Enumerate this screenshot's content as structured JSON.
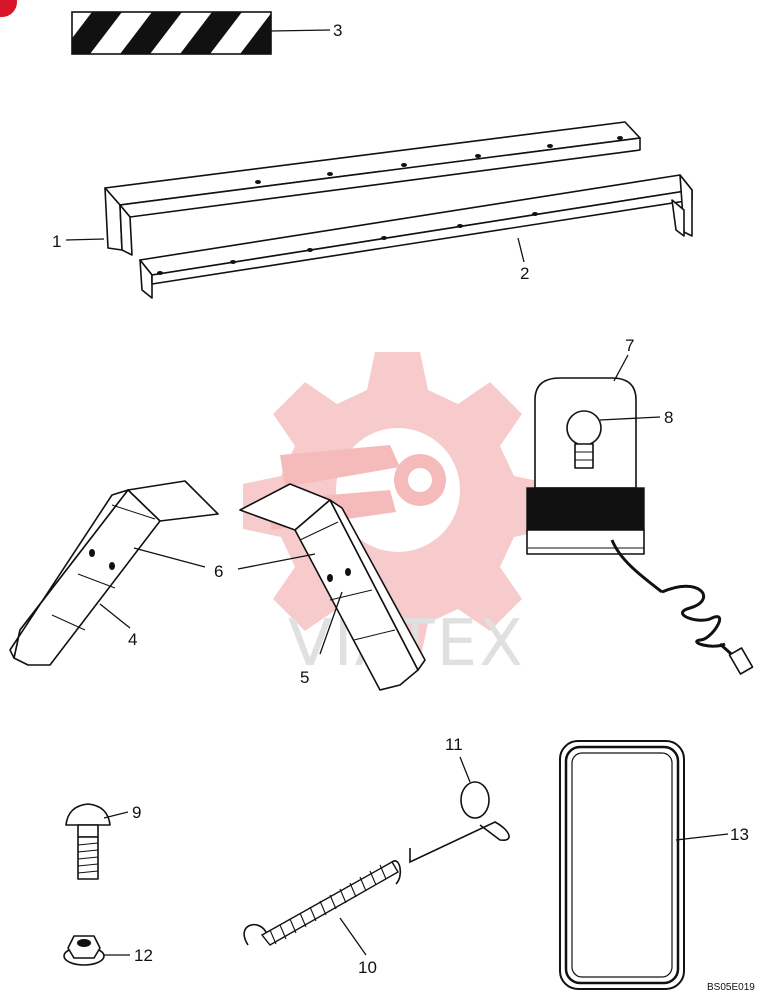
{
  "diagram": {
    "callouts": [
      {
        "id": "3",
        "label": "3"
      },
      {
        "id": "1",
        "label": "1"
      },
      {
        "id": "2",
        "label": "2"
      },
      {
        "id": "7",
        "label": "7"
      },
      {
        "id": "8",
        "label": "8"
      },
      {
        "id": "6",
        "label": "6"
      },
      {
        "id": "4",
        "label": "4"
      },
      {
        "id": "5",
        "label": "5"
      },
      {
        "id": "11",
        "label": "11"
      },
      {
        "id": "9",
        "label": "9"
      },
      {
        "id": "13",
        "label": "13"
      },
      {
        "id": "12",
        "label": "12"
      },
      {
        "id": "10",
        "label": "10"
      }
    ],
    "reference_code": "BS05E019",
    "watermark_text": "VIATEX",
    "colors": {
      "watermark_gear": "#f4b8b8",
      "watermark_text": "#e0e0e0",
      "corner_badge": "#d9152a",
      "line": "#111111"
    }
  }
}
